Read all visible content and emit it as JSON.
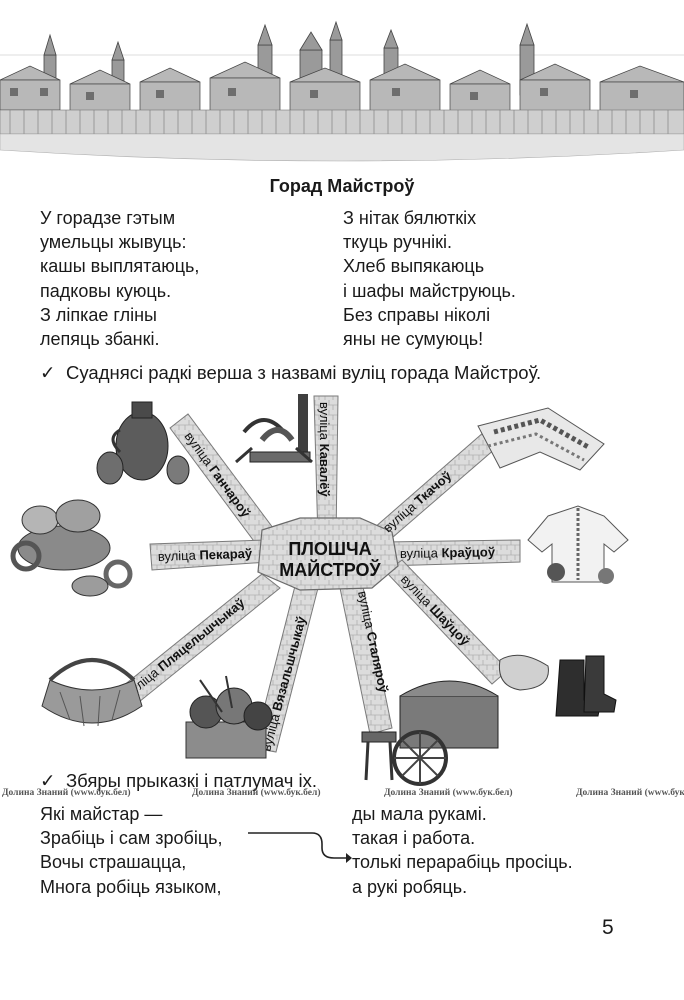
{
  "poem": {
    "title": "Горад Майстроў",
    "left_lines": [
      "У горадзе гэтым",
      "умельцы жывуць:",
      "кашы выплятаюць,",
      "падковы куюць.",
      "З ліпкае гліны",
      "лепяць збанкі."
    ],
    "right_lines": [
      "З нітак бялюткіх",
      "ткуць ручнікі.",
      "Хлеб выпякаюць",
      "і шафы майструюць.",
      "Без справы ніколі",
      "яны не сумуюць!"
    ]
  },
  "task1": {
    "check": "✓",
    "text": "Суаднясі радкі верша з назвамі вуліц горада Майстроў."
  },
  "diagram": {
    "center_line1": "ПЛОШЧА",
    "center_line2": "МАЙСТРОЎ",
    "street_prefix": "вуліца",
    "streets": [
      "Ганчароў",
      "Кавалёў",
      "Ткачоў",
      "Пекараў",
      "Краўцоў",
      "Пляцельшчыкаў",
      "Вязальшчыкаў",
      "Сталяроў",
      "Шаўцоў"
    ]
  },
  "watermark": "Долина Знаний (www.бук.бел)",
  "task2": {
    "check": "✓",
    "text": "Збяры прыказкі і патлумач іх."
  },
  "proverbs": {
    "left": [
      "Які майстар —",
      "Зрабіць і сам зробіць,",
      "Вочы страшацца,",
      "Многа робіць языком,"
    ],
    "right": [
      "ды мала рукамі.",
      "такая і работа.",
      "толькі перарабіць просіць.",
      "а рукі робяць."
    ]
  },
  "page_number": "5",
  "icons": {
    "banner": "town-panorama-illustration",
    "pottery": "clay-jugs-icon",
    "forge": "anvil-horseshoe-icon",
    "towel": "embroidered-towel-icon",
    "bread": "bread-basket-icon",
    "shirt": "embroidered-shirt-icon",
    "basket": "wicker-basket-icon",
    "yarn": "yarn-basket-icon",
    "chest": "wooden-chest-icon",
    "boots": "felt-boots-icon"
  }
}
